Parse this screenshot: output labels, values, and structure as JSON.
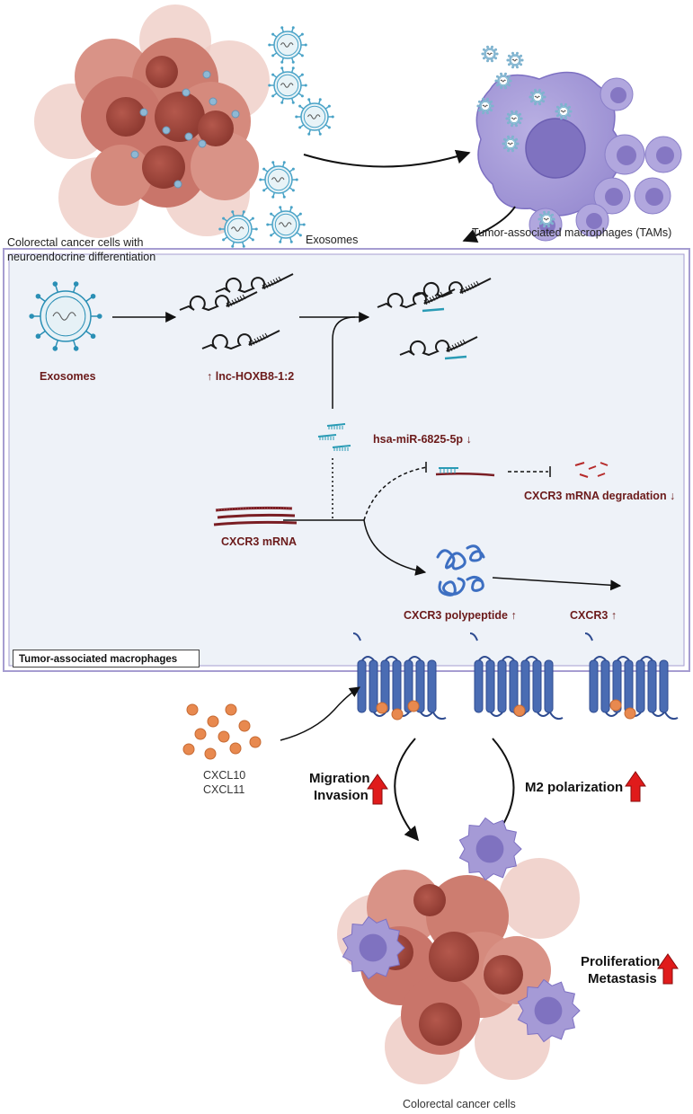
{
  "labels": {
    "source_cells": [
      "Colorectal cancer cells with",
      "neuroendocrine differentiation"
    ],
    "exosomes_top": "Exosomes",
    "tams": "Tumor-associated macrophages (TAMs)",
    "exosomes_inner": "Exosomes",
    "lnc": "↑ lnc-HOXB8-1:2",
    "mir": "hsa-miR-6825-5p ↓",
    "cxcr3_mrna": "CXCR3 mRNA",
    "degradation": "CXCR3 mRNA degradation ↓",
    "polypeptide": "CXCR3 polypeptide ↑",
    "cxcr3": "CXCR3 ↑",
    "tam_box": "Tumor-associated macrophages",
    "cxcl10": "CXCL10",
    "cxcl11": "CXCL11",
    "migration": "Migration",
    "invasion": "Invasion",
    "m2": "M2 polarization",
    "proliferation": "Proliferation",
    "metastasis": "Metastasis",
    "bottom_cells": "Colorectal cancer cells"
  },
  "colors": {
    "panel_bg": "#eef2f8",
    "panel_border": "#9f97c9",
    "tumor": "#c9756a",
    "tumor_light": "#e8b7ae",
    "nucleus": "#a84a40",
    "macrophage": "#a59ad6",
    "macrophage_nucleus": "#7f72c0",
    "receptor": "#4a6cb3",
    "ligand": "#e8894f",
    "rna_dark": "#1a1a1a",
    "rna_teal": "#2a9bb5",
    "mrna": "#7a1e24",
    "up_arrow": "#e01b1b"
  }
}
